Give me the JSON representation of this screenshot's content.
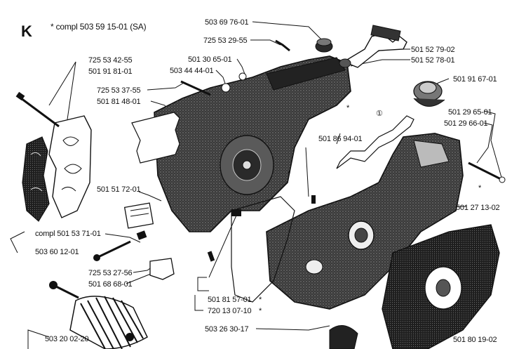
{
  "section": {
    "letter": "K",
    "note": "*  compl 503 59 15-01 (SA)"
  },
  "labels": {
    "p1": "503 69 76-01",
    "p2": "725 53 29-55",
    "p3": "501 52 79-02",
    "p4": "501 52 78-01",
    "p5": "725 53 42-55",
    "p6": "501 91 81-01",
    "p7": "501 30 65-01",
    "p8": "503 44 44-01",
    "p9": "501 91 67-01",
    "p10": "725 53 37-55",
    "p11": "501 81 48-01",
    "p12": "501 29 65-01",
    "p13": "501 29 66-01",
    "p14": "501 86 94-01",
    "p15": "501 51 72-01",
    "p16": "501 27 13-02",
    "p17": "compl 501 53 71-01",
    "p18": "503 60 12-01",
    "p19": "725 53 27-56",
    "p20": "501 68 68-01",
    "p21": "501 81 57-01",
    "p22": "720 13 07-10",
    "p23": "503 26 30-17",
    "p24": "503 20 02-20",
    "p25": "501 80 19-02"
  },
  "marks": {
    "star": "*",
    "circled_one": "①"
  },
  "colors": {
    "ink": "#111111",
    "paper": "#ffffff",
    "shade": "#2b2b2b"
  }
}
